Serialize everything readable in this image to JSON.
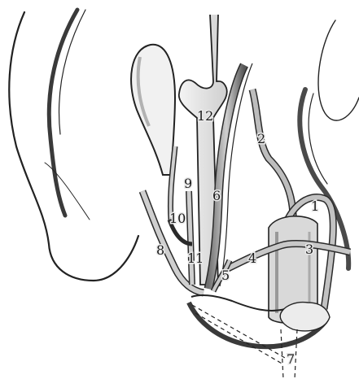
{
  "figure": {
    "labels": [
      {
        "id": "1",
        "text": "1"
      },
      {
        "id": "2",
        "text": "2"
      },
      {
        "id": "3",
        "text": "3"
      },
      {
        "id": "4",
        "text": "4"
      },
      {
        "id": "5",
        "text": "5"
      },
      {
        "id": "6",
        "text": "6"
      },
      {
        "id": "7",
        "text": "7"
      },
      {
        "id": "8",
        "text": "8"
      },
      {
        "id": "9",
        "text": "9"
      },
      {
        "id": "10",
        "text": "10"
      },
      {
        "id": "11",
        "text": "11"
      },
      {
        "id": "12",
        "text": "12"
      }
    ]
  }
}
